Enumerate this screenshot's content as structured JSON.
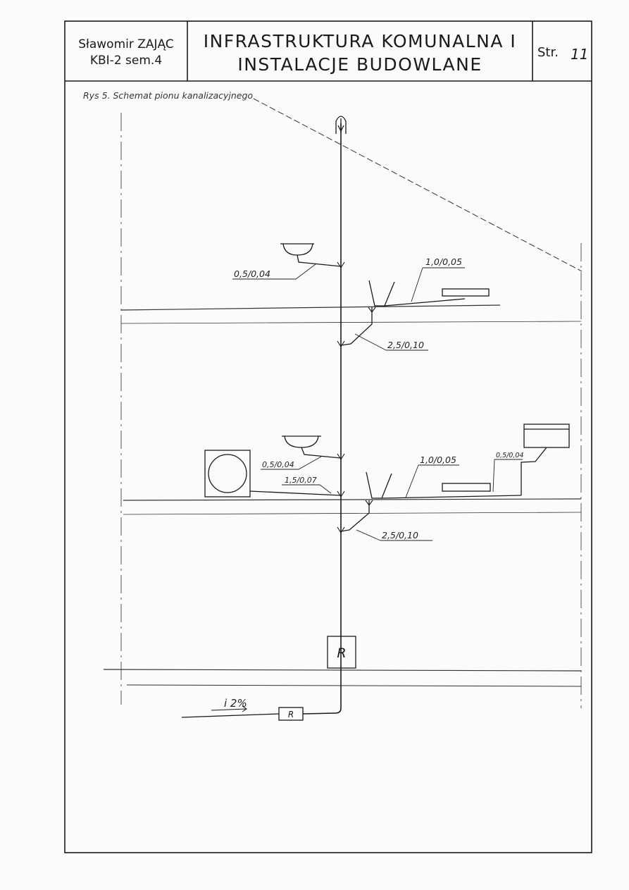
{
  "title_block": {
    "author_name": "Sławomir ZAJĄC",
    "author_group": "KBI-2 sem.4",
    "title_line1": "INFRASTRUKTURA KOMUNALNA I",
    "title_line2": "INSTALACJE BUDOWLANE",
    "page_label": "Str.",
    "page_number": "11"
  },
  "drawing": {
    "caption": "Rys 5. Schemat pionu kanalizacyjnego",
    "labels": {
      "upper_washbasin": "0,5/0,04",
      "upper_branch": "1,0/0,05",
      "upper_riser": "2,5/0,10",
      "lower_washbasin": "0,5/0,04",
      "lower_shower": "1,5/0,07",
      "lower_branch": "1,0/0,05",
      "lower_sink": "0,5/0,04",
      "lower_riser": "2,5/0,10",
      "cleanout_upper": "R",
      "cleanout_lower": "R",
      "slope": "i 2%"
    }
  }
}
